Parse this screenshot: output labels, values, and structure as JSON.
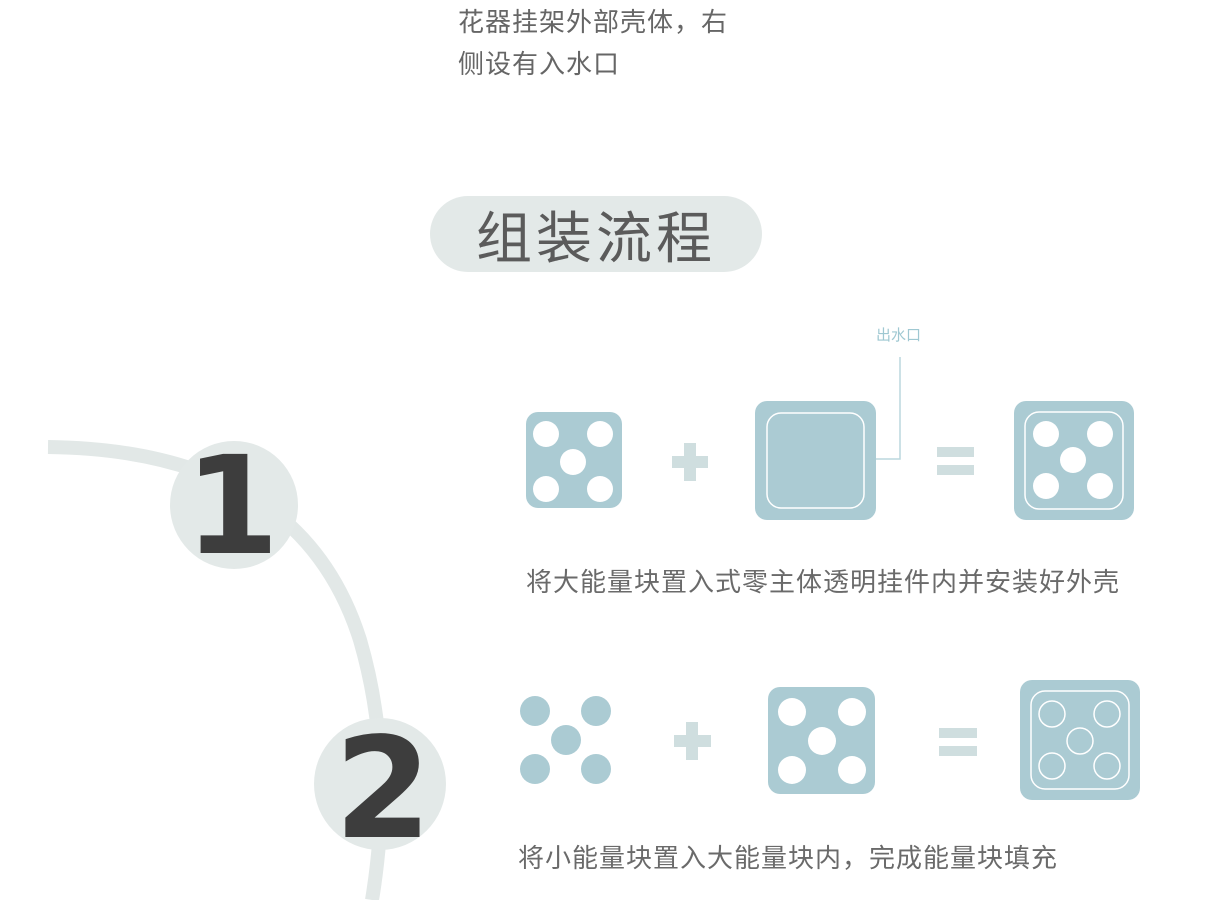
{
  "intro": {
    "line1": "花器挂架外部壳体，右",
    "line2": "侧设有入水口"
  },
  "section_title": "组装流程",
  "steps": [
    {
      "number": "1",
      "caption": "将大能量块置入式零主体透明挂件内并安装好外壳",
      "callout": "出水口",
      "operators": [
        "+",
        "="
      ]
    },
    {
      "number": "2",
      "caption": "将小能量块置入大能量块内，完成能量块填充",
      "operators": [
        "+",
        "="
      ]
    }
  ],
  "colors": {
    "accent_blue": "#abcbd3",
    "pill_bg": "#e3e9e8",
    "curve": "#e2e8e7",
    "number_dark": "#3d3d3d",
    "text": "#666666",
    "callout": "#9fc8d2"
  }
}
